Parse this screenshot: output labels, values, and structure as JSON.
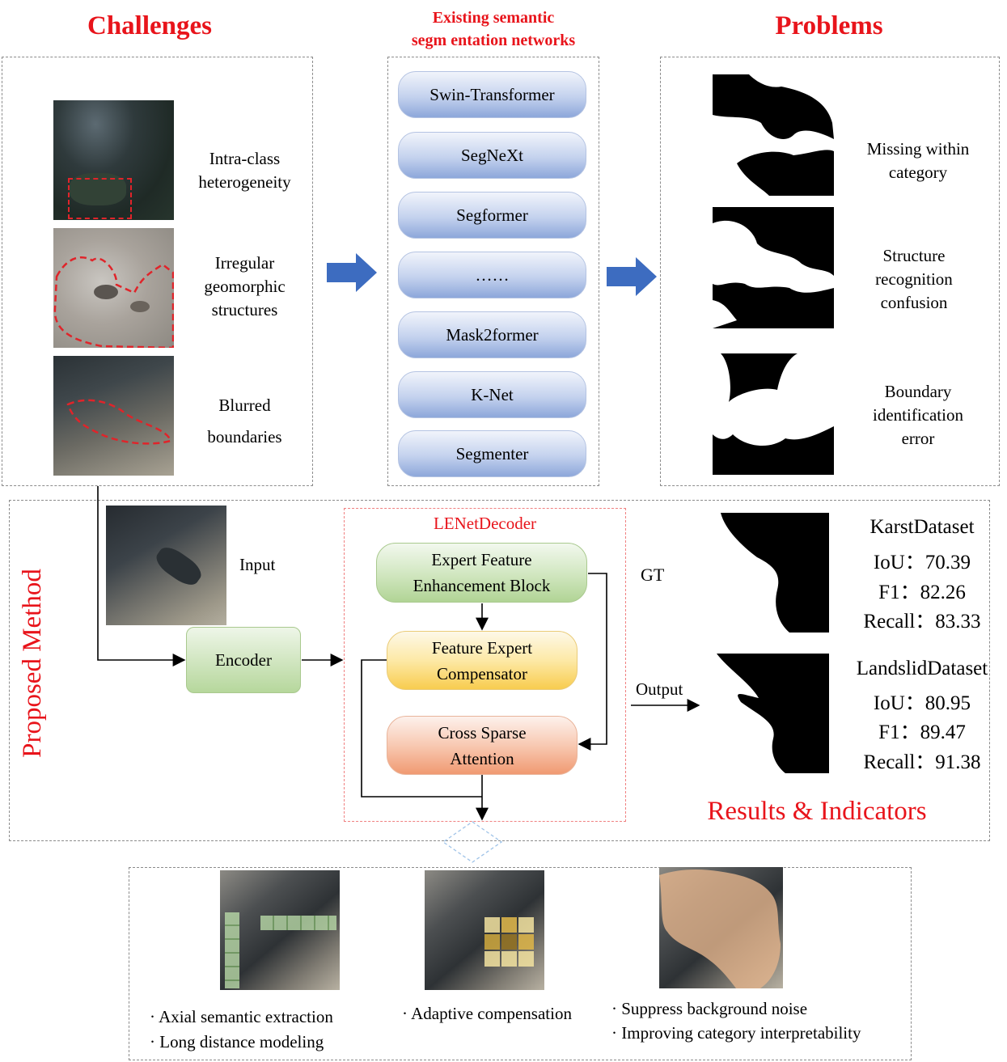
{
  "headers": {
    "challenges": "Challenges",
    "existing_line1": "Existing semantic",
    "existing_line2": "segm entation networks",
    "problems": "Problems"
  },
  "challenges": [
    {
      "line1": "Intra-class",
      "line2": "heterogeneity",
      "line3": ""
    },
    {
      "line1": "Irregular",
      "line2": "geomorphic",
      "line3": "structures"
    },
    {
      "line1": "Blurred",
      "line2": "boundaries",
      "line3": ""
    }
  ],
  "networks": [
    "Swin-Transformer",
    "SegNeXt",
    "Segformer",
    "……",
    "Mask2former",
    "K-Net",
    "Segmenter"
  ],
  "problems": [
    {
      "line1": "Missing within",
      "line2": "category",
      "line3": ""
    },
    {
      "line1": "Structure",
      "line2": "recognition",
      "line3": "confusion"
    },
    {
      "line1": "Boundary",
      "line2": "identification",
      "line3": "error"
    }
  ],
  "method": {
    "section_label": "Proposed Method",
    "input_label": "Input",
    "encoder": "Encoder",
    "decoder_title": "LENetDecoder",
    "block1_line1": "Expert Feature",
    "block1_line2": "Enhancement Block",
    "block2_line1": "Feature Expert",
    "block2_line2": "Compensator",
    "block3_line1": "Cross Sparse",
    "block3_line2": "Attention",
    "gt_label": "GT",
    "output_label": "Output"
  },
  "results": {
    "title": "Results & Indicators",
    "datasets": [
      {
        "name": "KarstDataset",
        "iou": "IoU：70.39",
        "f1": "F1：82.26",
        "recall": "Recall：83.33"
      },
      {
        "name": "LandslidDataset",
        "iou": "IoU：80.95",
        "f1": "F1：89.47",
        "recall": "Recall：91.38"
      }
    ]
  },
  "bottom": {
    "col1_line1": "· Axial semantic extraction",
    "col1_line2": "· Long distance modeling",
    "col2_line1": "· Adaptive compensation",
    "col3_line1": "· Suppress background noise",
    "col3_line2": "· Improving category interpretability"
  },
  "colors": {
    "red_title": "#e8141b",
    "arrow_blue": "#3d6cc0",
    "net_blue": "#c4d2ee",
    "block_green": "#b6d79c",
    "block_yellow": "#fbd96a",
    "block_orange": "#f2a783"
  }
}
